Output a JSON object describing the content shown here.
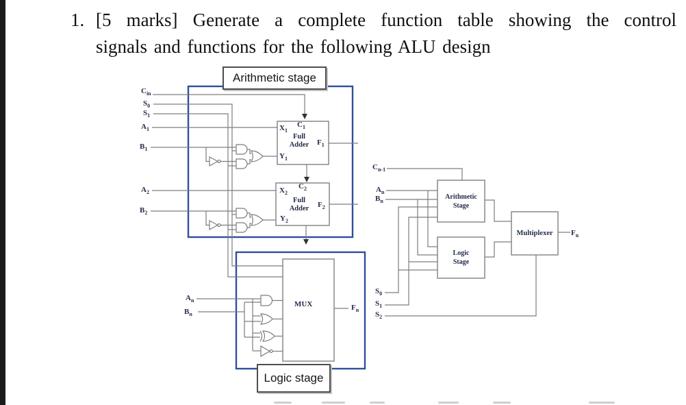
{
  "heading": {
    "number": "1.",
    "line1": "[5 marks] Generate a complete function table showing the control",
    "line2": "signals and functions for the following ALU design"
  },
  "detailed_diagram": {
    "caption_top": "Arithmetic stage",
    "caption_bottom": "Logic stage",
    "inputs": {
      "cin": {
        "main": "C",
        "sub": "in"
      },
      "s0": {
        "main": "S",
        "sub": "0"
      },
      "s1": {
        "main": "S",
        "sub": "1"
      },
      "a1": {
        "main": "A",
        "sub": "1"
      },
      "b1": {
        "main": "B",
        "sub": "1"
      },
      "a2": {
        "main": "A",
        "sub": "2"
      },
      "b2": {
        "main": "B",
        "sub": "2"
      },
      "an": {
        "main": "A",
        "sub": "n"
      },
      "bn": {
        "main": "B",
        "sub": "n"
      }
    },
    "adder1": {
      "x": {
        "main": "X",
        "sub": "1"
      },
      "c": {
        "main": "C",
        "sub": "1"
      },
      "name_line1": "Full",
      "name_line2": "Adder",
      "f": {
        "main": "F",
        "sub": "1"
      },
      "y": {
        "main": "Y",
        "sub": "1"
      }
    },
    "adder2": {
      "x": {
        "main": "X",
        "sub": "2"
      },
      "c": {
        "main": "C",
        "sub": "2"
      },
      "name_line1": "Full",
      "name_line2": "Adder",
      "f": {
        "main": "F",
        "sub": "2"
      },
      "y": {
        "main": "Y",
        "sub": "2"
      }
    },
    "mux_label": "MUX",
    "fn": {
      "main": "F",
      "sub": "n"
    }
  },
  "block_diagram": {
    "cn1": {
      "main": "C",
      "sub": "n-1"
    },
    "an": {
      "main": "A",
      "sub": "n"
    },
    "bn": {
      "main": "B",
      "sub": "n"
    },
    "arith_box": {
      "line1": "Arithmetic",
      "line2": "Stage"
    },
    "logic_box": {
      "line1": "Logic",
      "line2": "Stage"
    },
    "mux_box": "Multiplexer",
    "fn": {
      "main": "F",
      "sub": "n"
    },
    "s0": {
      "main": "S",
      "sub": "0"
    },
    "s1": {
      "main": "S",
      "sub": "1"
    },
    "s2": {
      "main": "S",
      "sub": "2"
    }
  },
  "colors": {
    "frame_blue": "#2f4e9c",
    "wire_gray": "#7d7d7d",
    "box_gray": "#8f8f8f",
    "label_navy": "#232c49"
  }
}
